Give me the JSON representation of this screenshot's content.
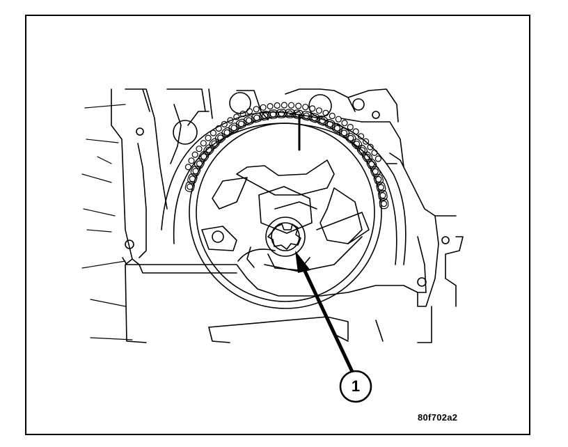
{
  "illustration": {
    "callout": {
      "number": "1",
      "target": "bolt"
    },
    "figure_code": "80f702a2"
  }
}
